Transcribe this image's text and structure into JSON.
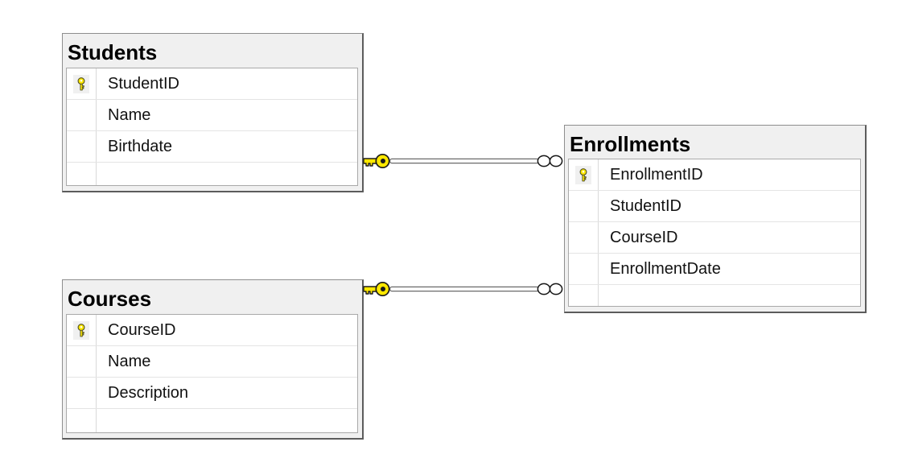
{
  "tables": [
    {
      "name": "Students",
      "columns": [
        {
          "label": "StudentID",
          "primary_key": true
        },
        {
          "label": "Name",
          "primary_key": false
        },
        {
          "label": "Birthdate",
          "primary_key": false
        }
      ]
    },
    {
      "name": "Courses",
      "columns": [
        {
          "label": "CourseID",
          "primary_key": true
        },
        {
          "label": "Name",
          "primary_key": false
        },
        {
          "label": "Description",
          "primary_key": false
        }
      ]
    },
    {
      "name": "Enrollments",
      "columns": [
        {
          "label": "EnrollmentID",
          "primary_key": true
        },
        {
          "label": "StudentID",
          "primary_key": false
        },
        {
          "label": "CourseID",
          "primary_key": false
        },
        {
          "label": "EnrollmentDate",
          "primary_key": false
        }
      ]
    }
  ],
  "relationships": [
    {
      "from_table": "Students",
      "to_table": "Enrollments",
      "from_cardinality": "one",
      "to_cardinality": "many",
      "from_end_icon": "key-icon",
      "to_end_icon": "infinity-icon"
    },
    {
      "from_table": "Courses",
      "to_table": "Enrollments",
      "from_cardinality": "one",
      "to_cardinality": "many",
      "from_end_icon": "key-icon",
      "to_end_icon": "infinity-icon"
    }
  ],
  "icons": {
    "primary_key_icon": "key-icon",
    "many_end_icon": "infinity-icon"
  },
  "colors": {
    "key_yellow": "#ffe800",
    "table_background": "#f0f0f0",
    "grid_background": "#ffffff",
    "outer_border_dark": "#5c5c5c",
    "outer_border_light": "#8e8e8e",
    "grid_border": "#a9a9a9",
    "row_divider": "#e4e4e4",
    "connector_line": "#6b6b6b",
    "text": "#121212"
  }
}
